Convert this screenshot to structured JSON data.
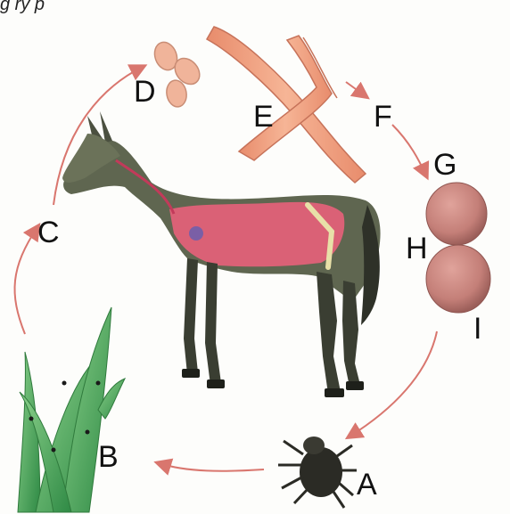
{
  "caption": "g                                                          ry  p",
  "labels": {
    "a": "A",
    "b": "B",
    "c": "C",
    "d": "D",
    "e": "E",
    "f": "F",
    "g": "G",
    "h": "H",
    "i": "I"
  },
  "colors": {
    "arrow": "#d9766e",
    "horse_body": "#5f6650",
    "horse_dark": "#2e3128",
    "organs": "#e8607a",
    "worm": "#f0a07c",
    "egg": "#c47f78",
    "grass": "#4faa5a",
    "tick": "#2b2b25"
  }
}
